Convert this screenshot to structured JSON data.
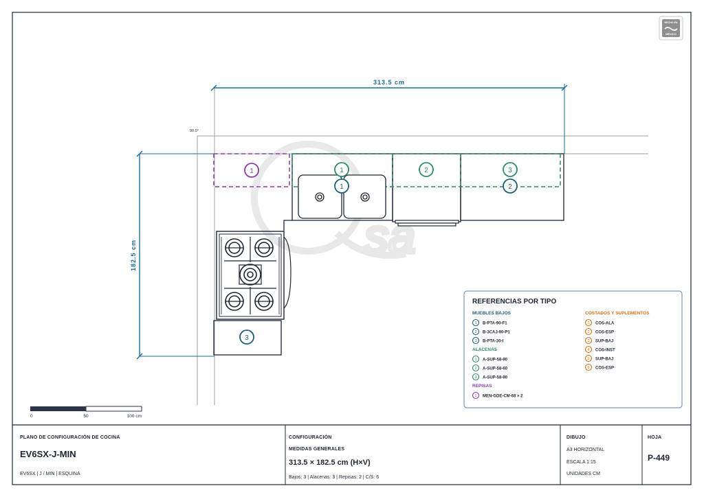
{
  "drawing": {
    "dim_width_label": "313.5 cm",
    "dim_height_label": "182.5 cm",
    "angle_label": "90.0°",
    "badge_text": [
      "HECHO EN",
      "MÉXICO"
    ],
    "watermark_text": "Qsa"
  },
  "markers": {
    "repisa_1": "1",
    "bajo_1": "1",
    "bajo_1b": "1",
    "alacena_2": "2",
    "alacena_3": "3",
    "bajo_2": "2",
    "bajo_3": "3"
  },
  "scale_bar": {
    "labels": [
      "0",
      "50",
      "100 cm"
    ]
  },
  "legend": {
    "title": "REFERENCIAS POR TIPO",
    "groups": [
      {
        "title": "MUEBLES BAJOS",
        "color": "#1f5f7a",
        "items": [
          {
            "num": "1",
            "code": "B-PTA-90-F1"
          },
          {
            "num": "2",
            "code": "B-3CAJ-90-P1"
          },
          {
            "num": "3",
            "code": "B-PTA-30-I"
          }
        ]
      },
      {
        "title": "ALACENAS",
        "color": "#2e8b6b",
        "items": [
          {
            "num": "1",
            "code": "A-SUP-58-90"
          },
          {
            "num": "2",
            "code": "A-SUP-58-60"
          },
          {
            "num": "3",
            "code": "A-SUP-58-90"
          }
        ]
      },
      {
        "title": "REPISAS",
        "color": "#8a3ea8",
        "items": [
          {
            "num": "1",
            "code": "MEN-GDE-CM-68 × 2"
          }
        ]
      },
      {
        "title": "COSTADOS Y SUPLEMENTOS",
        "color": "#d9731a",
        "items": [
          {
            "num": "1",
            "code": "COS-ALA"
          },
          {
            "num": "2",
            "code": "COS-ESP"
          },
          {
            "num": "3",
            "code": "SUP-BAJ"
          },
          {
            "num": "4",
            "code": "COS-INST"
          },
          {
            "num": "5",
            "code": "SUP-BAJ"
          },
          {
            "num": "6",
            "code": "COS-ESP"
          }
        ]
      }
    ]
  },
  "title_block": {
    "plan_label": "PLANO DE CONFIGURACIÓN DE COCINA",
    "model": "EV6SX-J-MIN",
    "model_sub": "EV6SX | J / MIN | ESQUINA",
    "config_label": "CONFIGURACIÓN",
    "medidas_label": "MEDIDAS GENERALES",
    "medidas_value": "313.5 × 182.5 cm (H×V)",
    "counts": "Bajos: 3 | Alacenas: 3 | Repisas: 2 | C/S: 6",
    "dibujo_label": "DIBUJO",
    "dibujo_format": "A3 HORIZONTAL",
    "dibujo_scale": "ESCALA 1:15",
    "dibujo_units": "UNIDADES CM",
    "hoja_label": "HOJA",
    "hoja_value": "P-449"
  },
  "colors": {
    "blue": "#1a6e96",
    "teal": "#2e8b6b",
    "purple": "#8a3ea8",
    "orange": "#d9731a",
    "ink": "#1d2433"
  }
}
